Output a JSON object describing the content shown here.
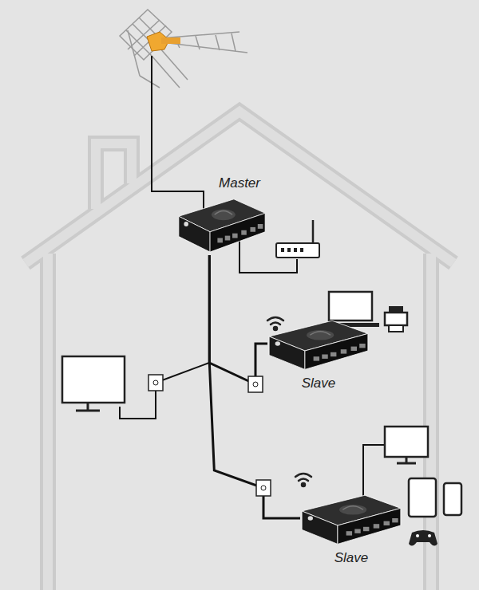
{
  "diagram": {
    "nodes": [
      {
        "text": [
          "Master"
        ]
      },
      {
        "text": [
          "Slave"
        ]
      },
      {
        "text": [
          "Slave"
        ]
      }
    ],
    "edges": [
      {
        "from": 0,
        "to": 1,
        "arrow": "none"
      },
      {
        "from": 0,
        "to": 2,
        "arrow": "none"
      }
    ]
  }
}
